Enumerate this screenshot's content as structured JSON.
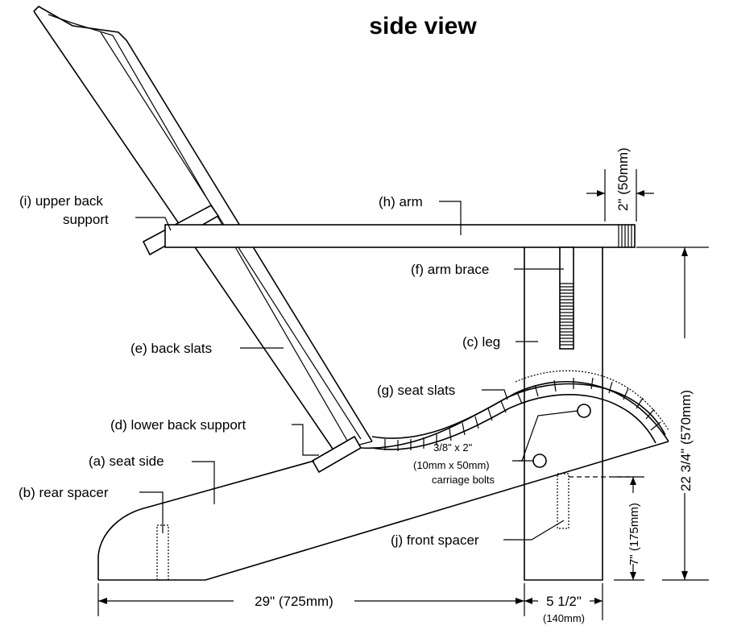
{
  "title": "side view",
  "labels": {
    "upper_back_support_1": "(i) upper back",
    "upper_back_support_2": "support",
    "arm": "(h) arm",
    "arm_brace": "(f) arm brace",
    "leg": "(c) leg",
    "back_slats": "(e) back slats",
    "seat_slats": "(g) seat slats",
    "lower_back_support": "(d) lower back support",
    "seat_side": "(a) seat side",
    "rear_spacer": "(b) rear spacer",
    "front_spacer": "(j) front spacer",
    "bolt_1": "3/8\" x 2\"",
    "bolt_2": "(10mm x 50mm)",
    "bolt_3": "carriage bolts"
  },
  "dimensions": {
    "arm_width": "2\" (50mm)",
    "seat_length": "29\" (725mm)",
    "leg_width_in": "5 1/2\"",
    "leg_width_mm": "(140mm)",
    "total_height": "22 3/4\" (570mm)",
    "spacer_height": "7\" (175mm)"
  }
}
